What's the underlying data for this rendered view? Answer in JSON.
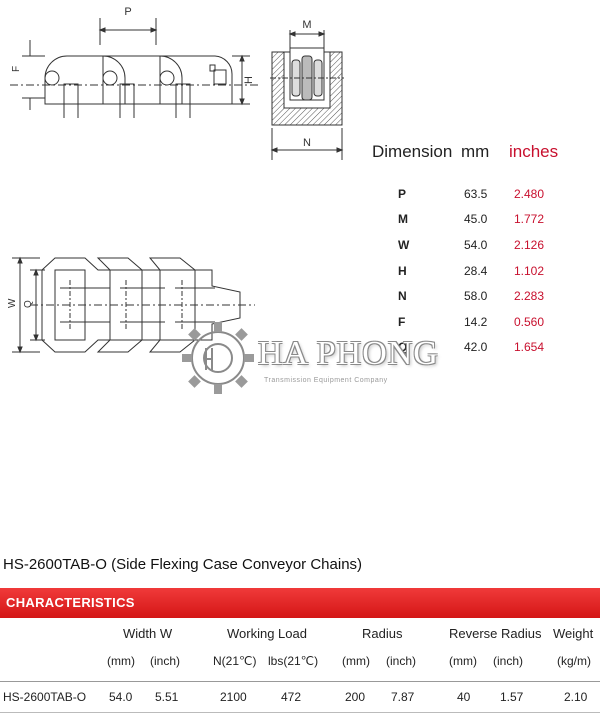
{
  "diagram_labels": {
    "p": "P",
    "m": "M",
    "f": "F",
    "h": "H",
    "n": "N",
    "w": "W",
    "q": "Q"
  },
  "dimensions": {
    "header": {
      "dimension": "Dimension",
      "mm": "mm",
      "inches": "inches"
    },
    "rows": [
      {
        "key": "P",
        "mm": "63.5",
        "inches": "2.480"
      },
      {
        "key": "M",
        "mm": "45.0",
        "inches": "1.772"
      },
      {
        "key": "W",
        "mm": "54.0",
        "inches": "2.126"
      },
      {
        "key": "H",
        "mm": "28.4",
        "inches": "1.102"
      },
      {
        "key": "N",
        "mm": "58.0",
        "inches": "2.283"
      },
      {
        "key": "F",
        "mm": "14.2",
        "inches": "0.560"
      },
      {
        "key": "Q",
        "mm": "42.0",
        "inches": "1.654"
      }
    ]
  },
  "watermark": {
    "name": "HA PHONG",
    "tagline": "Transmission Equipment Company"
  },
  "product": {
    "title": "HS-2600TAB-O (Side Flexing Case Conveyor Chains)"
  },
  "characteristics": {
    "label": "CHARACTERISTICS",
    "groups": [
      {
        "label": "Width  W",
        "subs": [
          "(mm)",
          "(inch)"
        ]
      },
      {
        "label": "Working Load",
        "subs": [
          "N(21℃)",
          "lbs(21℃)"
        ]
      },
      {
        "label": "Radius",
        "subs": [
          "(mm)",
          "(inch)"
        ]
      },
      {
        "label": "Reverse Radius",
        "subs": [
          "(mm)",
          "(inch)"
        ]
      },
      {
        "label": "Weight",
        "subs": [
          "(kg/m)"
        ]
      }
    ],
    "row": {
      "model": "HS-2600TAB-O",
      "values": [
        "54.0",
        "5.51",
        "2100",
        "472",
        "200",
        "7.87",
        "40",
        "1.57",
        "2.10"
      ]
    }
  },
  "colors": {
    "accent_red": "#c8102e",
    "bar_red": "#e02020",
    "line": "#333333"
  }
}
